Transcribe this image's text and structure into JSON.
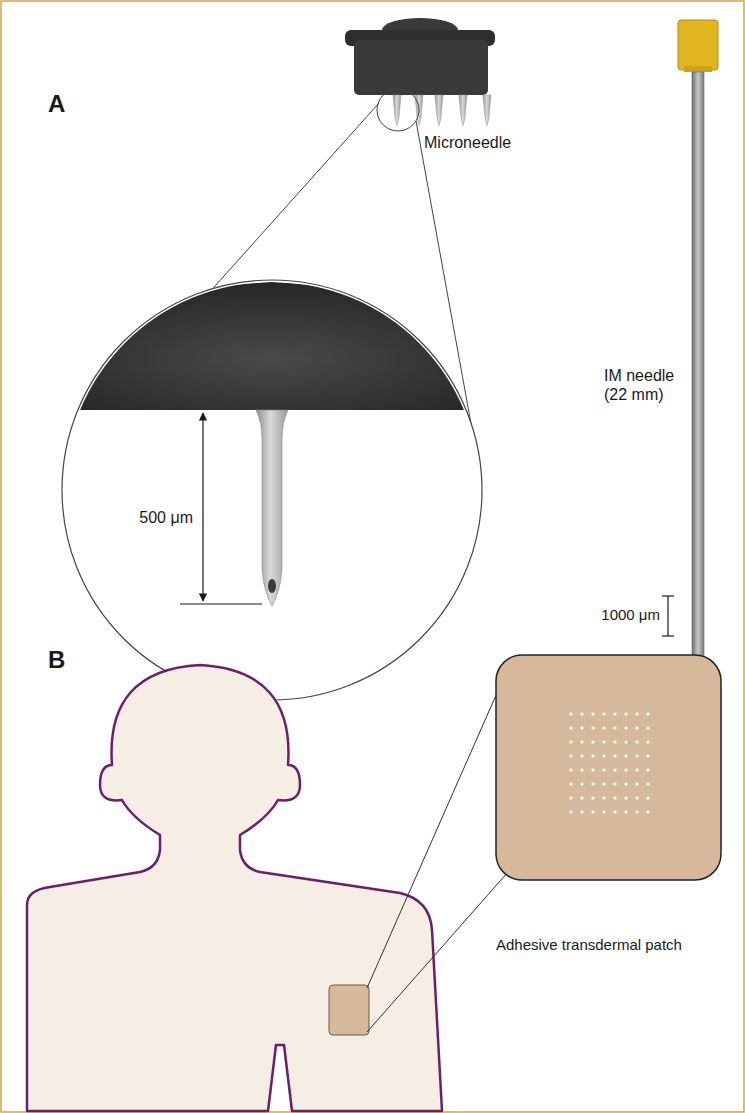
{
  "diagram": {
    "labels": [
      "A",
      "Microneedle",
      "500 μm",
      "IM needle (22 mm)",
      "1000 μm",
      "B",
      "Adhesive transdermal patch"
    ]
  }
}
